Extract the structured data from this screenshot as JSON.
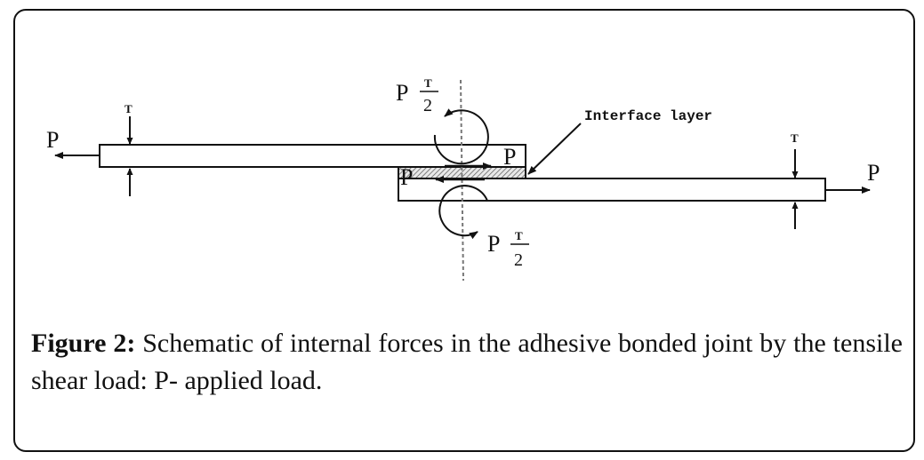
{
  "figure": {
    "caption_label": "Figure 2:",
    "caption_text": " Schematic of internal forces in the adhesive bonded joint by the tensile shear load: P- applied load."
  },
  "diagram": {
    "load_label": "P",
    "thickness_label": "T",
    "moment_numerator": "T",
    "moment_denominator": "2",
    "interface_label": "Interface layer",
    "colors": {
      "stroke": "#111111",
      "hatch": "#666666",
      "background": "#ffffff"
    }
  }
}
